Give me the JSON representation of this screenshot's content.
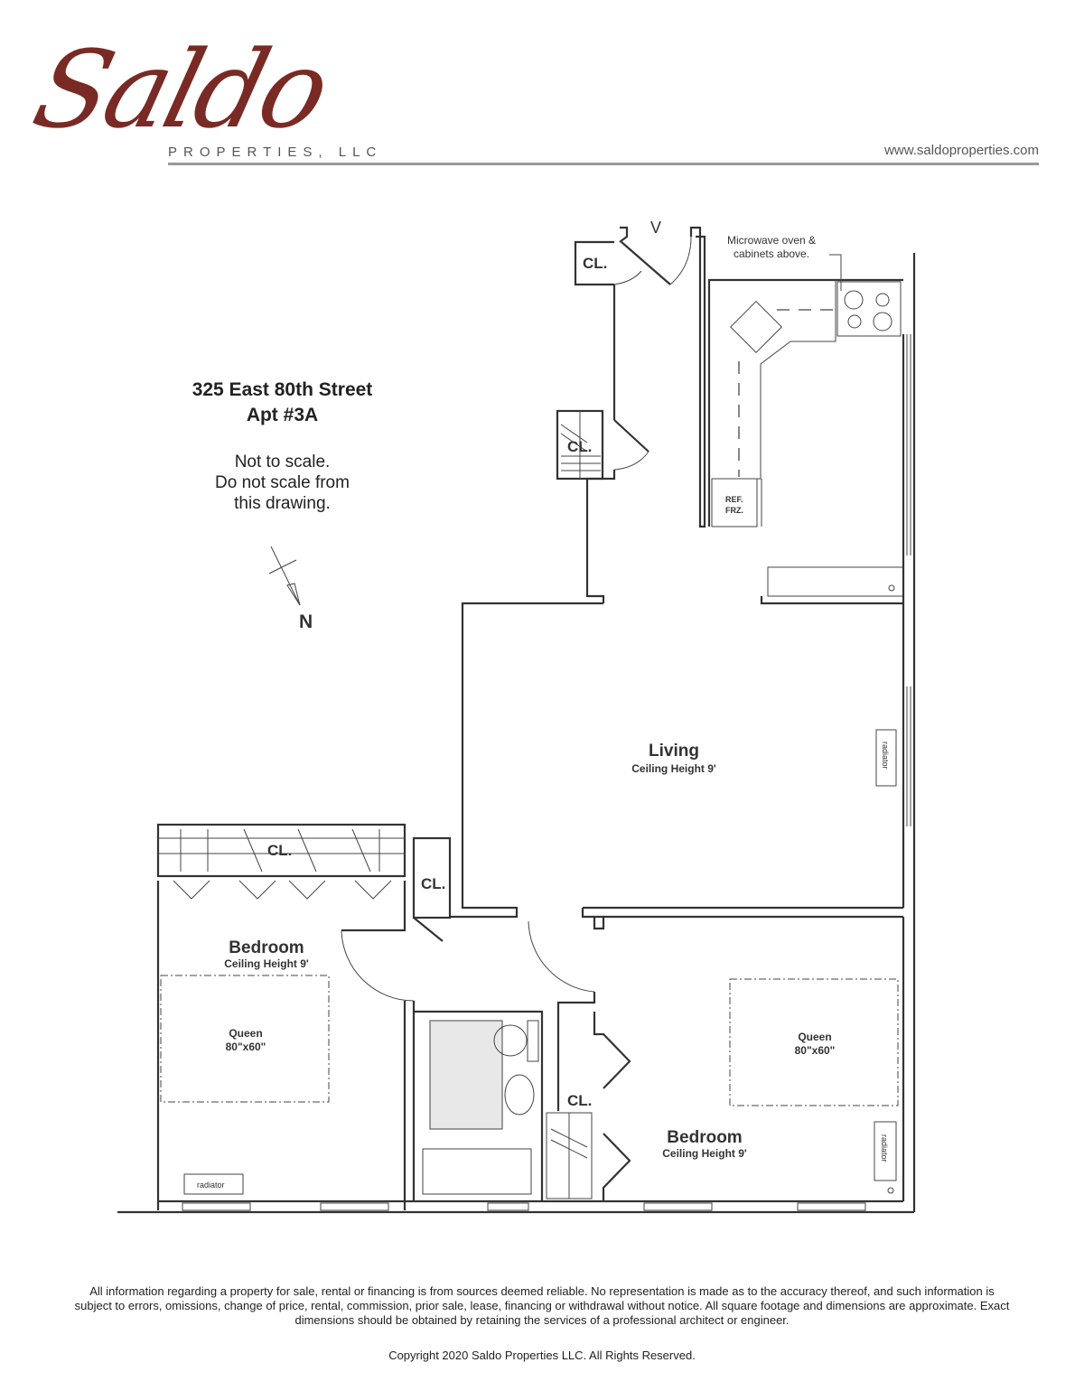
{
  "header": {
    "logo_script": "Saldo",
    "logo_sub": "PROPERTIES, LLC",
    "website": "www.saldoproperties.com",
    "brand_color": "#7a2a24"
  },
  "property": {
    "address": "325 East 80th Street",
    "unit": "Apt #3A",
    "note_line1": "Not to scale.",
    "note_line2": "Do not scale from",
    "note_line3": "this drawing.",
    "north": "N"
  },
  "plan": {
    "closet": "CL.",
    "microwave_note_1": "Microwave oven &",
    "microwave_note_2": "cabinets above.",
    "ref_1": "REF.",
    "ref_2": "FRZ.",
    "entry_mark": "V",
    "living": {
      "name": "Living",
      "ceiling": "Ceiling Height 9'"
    },
    "bedroom1": {
      "name": "Bedroom",
      "ceiling": "Ceiling Height 9'",
      "bed": "Queen",
      "bed_size": "80\"x60\""
    },
    "bedroom2": {
      "name": "Bedroom",
      "ceiling": "Ceiling Height 9'",
      "bed": "Queen",
      "bed_size": "80\"x60\""
    },
    "radiator": "radiator"
  },
  "footer": {
    "disclaimer": "All information regarding a property for sale, rental or financing is from sources deemed reliable. No representation is made as to the accuracy thereof, and such information is subject to errors, omissions, change of price, rental, commission, prior sale, lease, financing or withdrawal without notice. All square footage and dimensions are approximate. Exact dimensions should be obtained by retaining the services of a professional architect or engineer.",
    "copyright": "Copyright 2020 Saldo Properties LLC. All Rights Reserved."
  }
}
